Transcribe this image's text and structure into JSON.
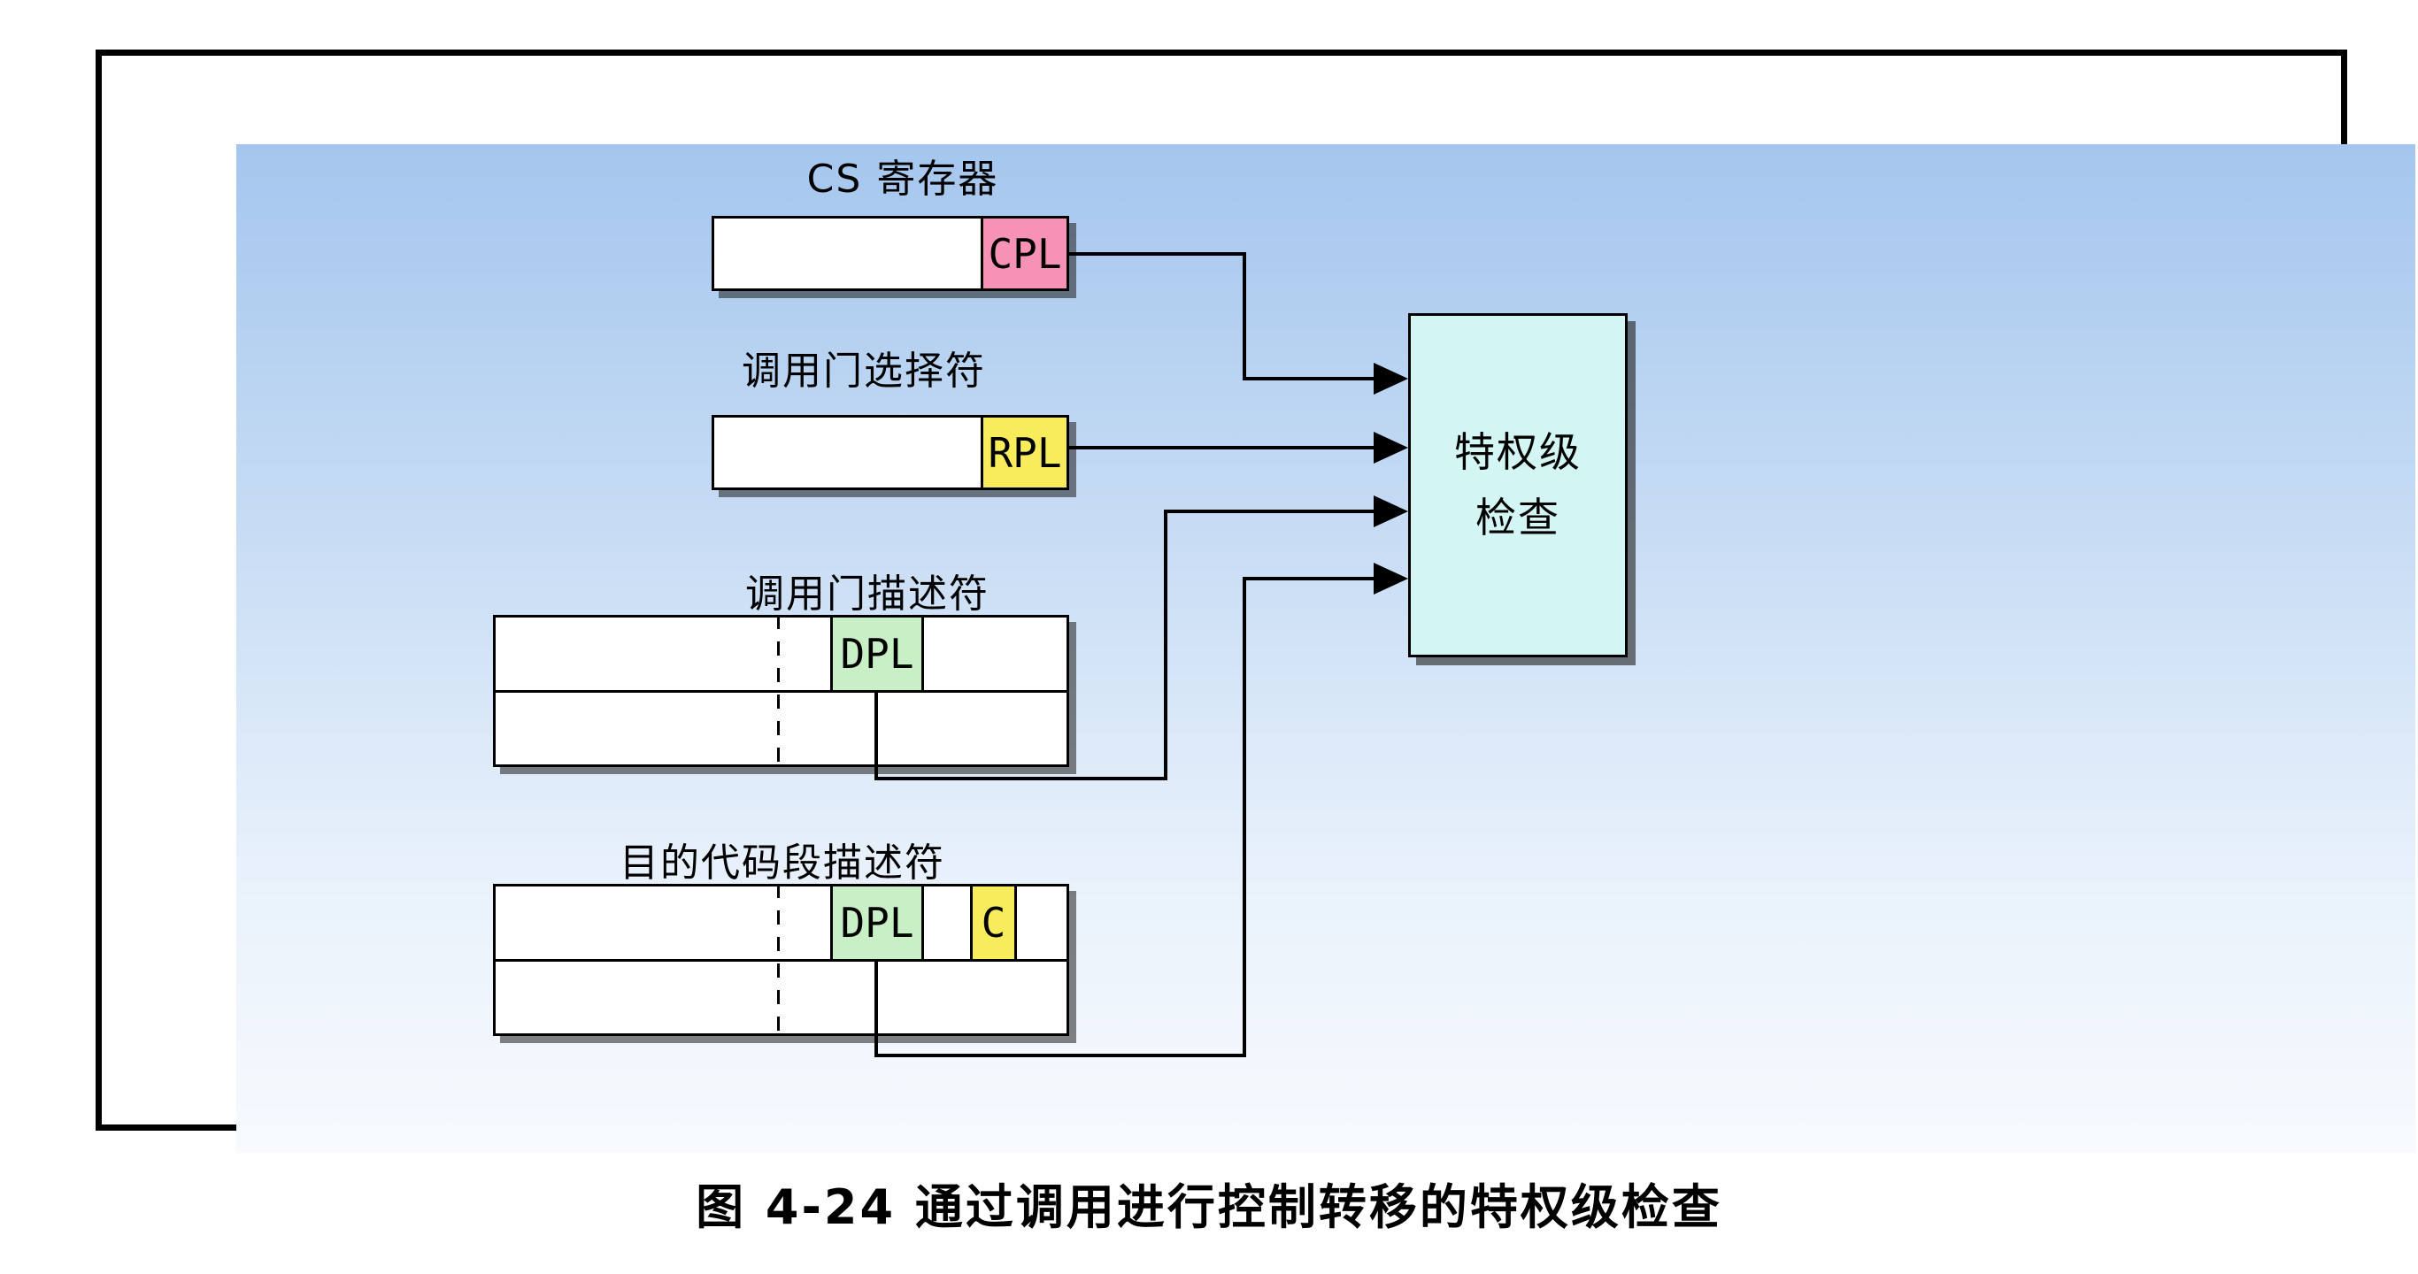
{
  "figure": {
    "caption": "图 4-24 通过调用进行控制转移的特权级检查"
  },
  "groups": {
    "cs": {
      "label": "CS 寄存器",
      "field": "CPL"
    },
    "selector": {
      "label": "调用门选择符",
      "field": "RPL"
    },
    "gate": {
      "label": "调用门描述符",
      "field": "DPL"
    },
    "dest": {
      "label": "目的代码段描述符",
      "dpl": "DPL",
      "c": "C"
    },
    "check": {
      "line1": "特权级",
      "line2": "检查"
    }
  },
  "colors": {
    "cpl": "#F592B6",
    "rpl": "#F7ED5C",
    "dpl": "#C8EFC6",
    "c_flag": "#F7ED5C",
    "check_fill": "#D3F6F4",
    "wire": "#000000",
    "background_top": "#A5C6EE",
    "background_bottom": "#F7FAFE"
  }
}
